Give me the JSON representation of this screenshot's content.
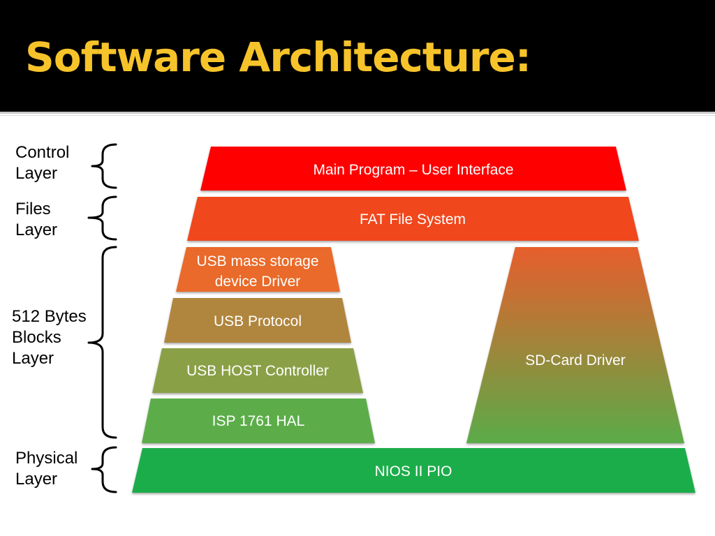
{
  "slide": {
    "title": "Software Architecture:",
    "title_color": "#f6c32a"
  },
  "layers": [
    {
      "id": "control",
      "line1": "Control",
      "line2": "Layer",
      "line3": ""
    },
    {
      "id": "files",
      "line1": "Files",
      "line2": "Layer",
      "line3": ""
    },
    {
      "id": "blocks",
      "line1": "512 Bytes",
      "line2": "Blocks",
      "line3": "Layer"
    },
    {
      "id": "physical",
      "line1": "Physical",
      "line2": "Layer",
      "line3": ""
    }
  ],
  "blocks": {
    "main_program": {
      "label": "Main Program – User Interface",
      "color": "#fe0000"
    },
    "fat_fs": {
      "label": "FAT File System",
      "color": "#f0471f"
    },
    "usb_mass_storage": {
      "line1": "USB mass storage",
      "line2": "device Driver",
      "color": "#e96a2b"
    },
    "usb_protocol": {
      "label": "USB Protocol",
      "color": "#b0853c"
    },
    "usb_host": {
      "label": "USB HOST Controller",
      "color": "#8aa046"
    },
    "isp_hal": {
      "label": "ISP 1761 HAL",
      "color": "#5cad49"
    },
    "sd_card": {
      "label": "SD-Card Driver",
      "color_top": "#e75e2c",
      "color_bottom": "#5aab48"
    },
    "nios_pio": {
      "label": "NIOS II PIO",
      "color": "#1ead4b"
    }
  }
}
